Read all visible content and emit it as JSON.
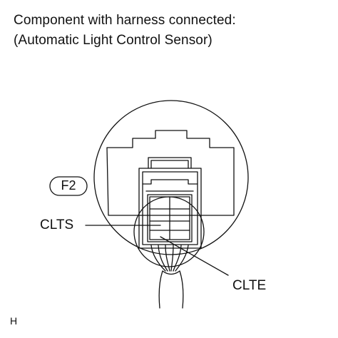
{
  "title": {
    "line1": "Component with harness connected:",
    "line2": "(Automatic Light Control Sensor)"
  },
  "connector": {
    "code": "F2"
  },
  "terminals": {
    "clts": "CLTS",
    "clte": "CLTE"
  },
  "figure_code": "H",
  "colors": {
    "line": "#111111",
    "background": "#ffffff"
  }
}
